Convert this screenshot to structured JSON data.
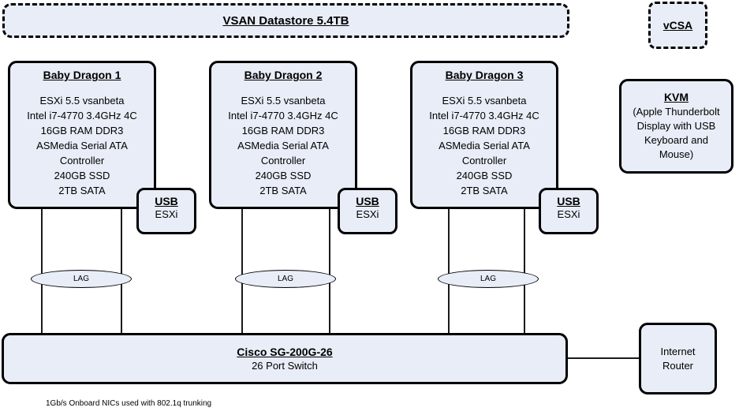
{
  "colors": {
    "box_fill": "#e8edf7",
    "border": "#000000"
  },
  "vsan": {
    "title": "VSAN Datastore 5.4TB"
  },
  "vcsa": {
    "title": "vCSA"
  },
  "hosts": [
    {
      "title": "Baby Dragon 1",
      "specs": [
        "ESXi 5.5 vsanbeta",
        "Intel i7-4770 3.4GHz 4C",
        "16GB RAM DDR3",
        "ASMedia Serial ATA",
        "Controller",
        "240GB SSD",
        "2TB SATA"
      ],
      "usb": {
        "title": "USB",
        "os": "ESXi"
      },
      "lag": "LAG"
    },
    {
      "title": "Baby Dragon 2",
      "specs": [
        "ESXi 5.5 vsanbeta",
        "Intel i7-4770 3.4GHz 4C",
        "16GB RAM DDR3",
        "ASMedia Serial ATA",
        "Controller",
        "240GB SSD",
        "2TB SATA"
      ],
      "usb": {
        "title": "USB",
        "os": "ESXi"
      },
      "lag": "LAG"
    },
    {
      "title": "Baby Dragon 3",
      "specs": [
        "ESXi 5.5 vsanbeta",
        "Intel i7-4770 3.4GHz 4C",
        "16GB RAM DDR3",
        "ASMedia Serial ATA",
        "Controller",
        "240GB SSD",
        "2TB SATA"
      ],
      "usb": {
        "title": "USB",
        "os": "ESXi"
      },
      "lag": "LAG"
    }
  ],
  "kvm": {
    "title": "KVM",
    "lines": [
      "(Apple Thunderbolt",
      "Display with USB",
      "Keyboard and",
      "Mouse)"
    ]
  },
  "switch": {
    "title": "Cisco SG-200G-26",
    "subtitle": "26 Port Switch"
  },
  "router": {
    "lines": [
      "Internet",
      "Router"
    ]
  },
  "footnote": "1Gb/s Onboard NICs used with 802.1q trunking"
}
